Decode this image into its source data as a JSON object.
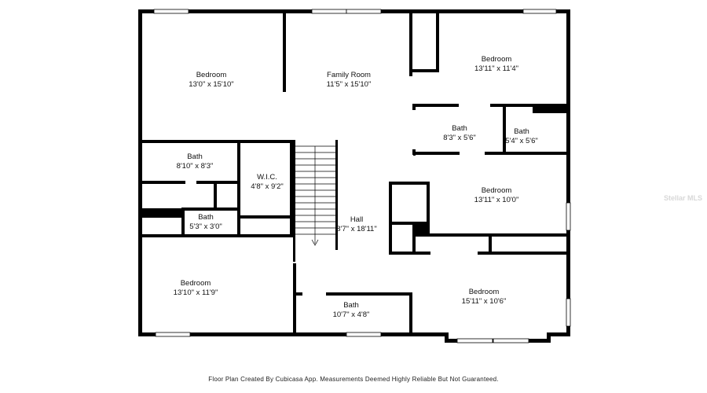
{
  "rooms": [
    {
      "name": "Bedroom",
      "dims": "13'0\" x 15'10\""
    },
    {
      "name": "Family Room",
      "dims": "11'5\" x 15'10\""
    },
    {
      "name": "Bedroom",
      "dims": "13'11\" x 11'4\""
    },
    {
      "name": "Bath",
      "dims": "8'3\" x 5'6\""
    },
    {
      "name": "Bath",
      "dims": "5'4\" x 5'6\""
    },
    {
      "name": "Bath",
      "dims": "8'10\" x 8'3\""
    },
    {
      "name": "W.I.C.",
      "dims": "4'8\" x 9'2\""
    },
    {
      "name": "Bedroom",
      "dims": "13'11\" x 10'0\""
    },
    {
      "name": "Bath",
      "dims": "5'3\" x 3'0\""
    },
    {
      "name": "Hall",
      "dims": "8'7\" x 18'11\""
    },
    {
      "name": "Bedroom",
      "dims": "13'10\" x 11'9\""
    },
    {
      "name": "Bedroom",
      "dims": "15'11\" x 10'6\""
    },
    {
      "name": "Bath",
      "dims": "10'7\" x 4'8\""
    }
  ],
  "footer": "Floor Plan Created By Cubicasa App. Measurements Deemed Highly Reliable But Not Guaranteed.",
  "watermark": "Stellar MLS",
  "colors": {
    "wall": "#000000",
    "background": "#ffffff",
    "window": "#ffffff"
  }
}
